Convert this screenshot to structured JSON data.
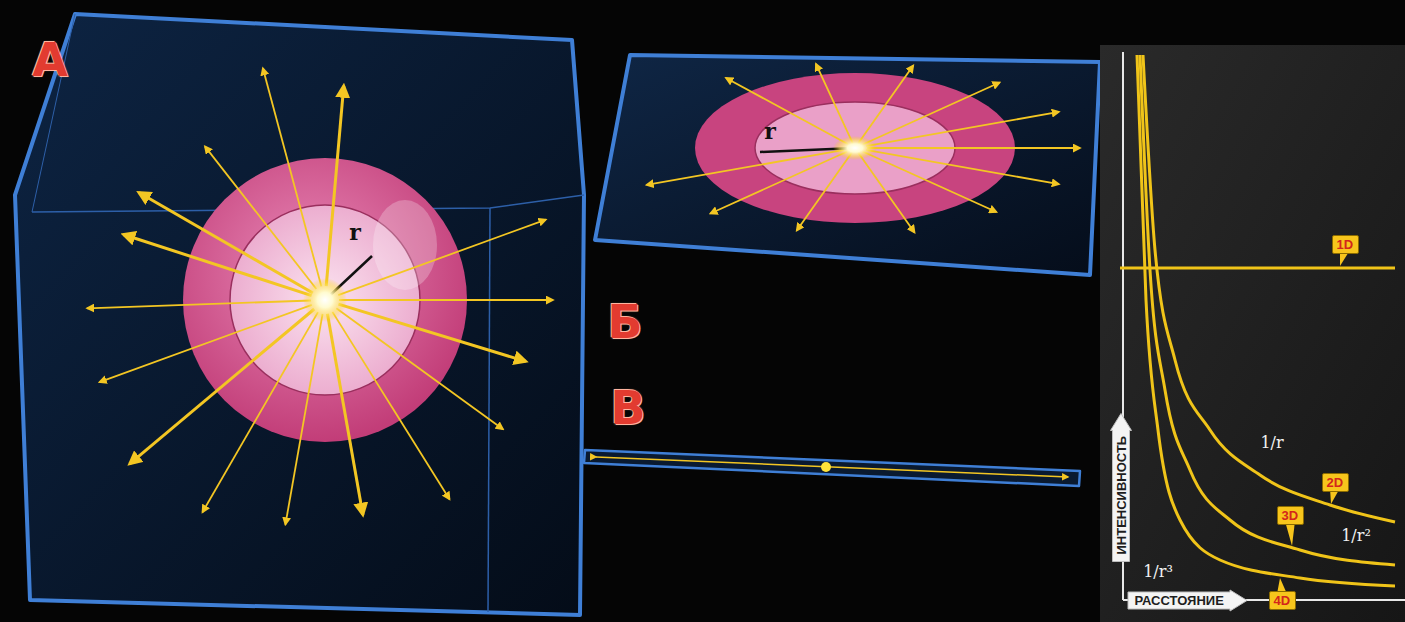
{
  "diagram": {
    "nodes": [
      {
        "text": [
          "1D"
        ]
      },
      {
        "text": [
          "2D"
        ]
      },
      {
        "text": [
          "3D"
        ]
      },
      {
        "text": [
          "4D"
        ]
      },
      {
        "text": [
          "ИНТЕНСИВНОСТЬ"
        ]
      },
      {
        "text": [
          "РАССТОЯНИЕ"
        ]
      }
    ],
    "labels": [
      "А",
      "r",
      "Б",
      "r",
      "В",
      "1/r",
      "1/r²",
      "1/r³"
    ]
  }
}
